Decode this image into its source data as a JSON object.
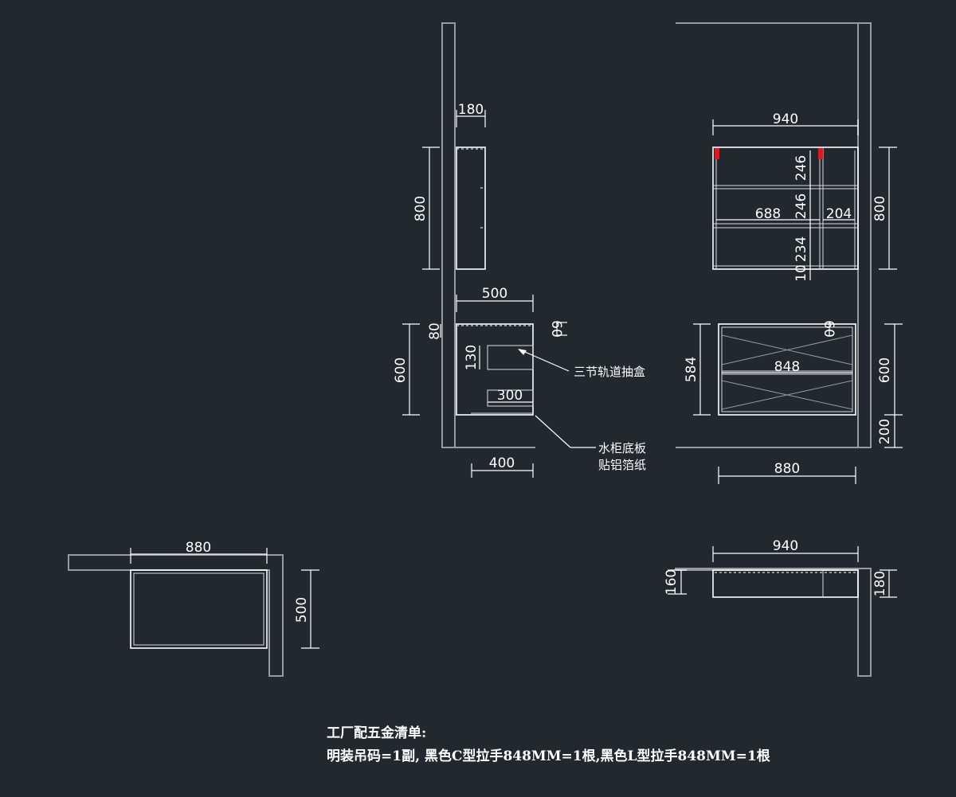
{
  "side_view": {
    "wall_cabinet_depth": "180",
    "wall_cabinet_height": "800",
    "base_depth": "500",
    "base_height": "600",
    "top_gap_left": "80",
    "top_gap_right": "60",
    "drawer_height": "130",
    "drawer_depth": "300",
    "bottom_depth": "400",
    "drawer_note": "三节轨道抽盒",
    "bottom_note_line1": "水柜底板",
    "bottom_note_line2": "贴铝箔纸"
  },
  "front_view": {
    "wall_width": "940",
    "shelf_246_a": "246",
    "shelf_246_b": "246",
    "shelf_234": "234",
    "shelf_10": "10",
    "left_width": "688",
    "right_width": "204",
    "wall_height": "800",
    "base_top_gap": "60",
    "base_height_left": "584",
    "drawer_width": "848",
    "base_height_right": "600",
    "base_clearance": "200",
    "base_width": "880"
  },
  "plan_left": {
    "width": "880",
    "depth": "500"
  },
  "plan_right": {
    "width": "940",
    "left_depth": "160",
    "right_depth": "180"
  },
  "hardware_note": {
    "title": "工厂配五金清单:",
    "items": "明装吊码=1副, 黑色C型拉手848MM=1根,黑色L型拉手848MM=1根"
  }
}
